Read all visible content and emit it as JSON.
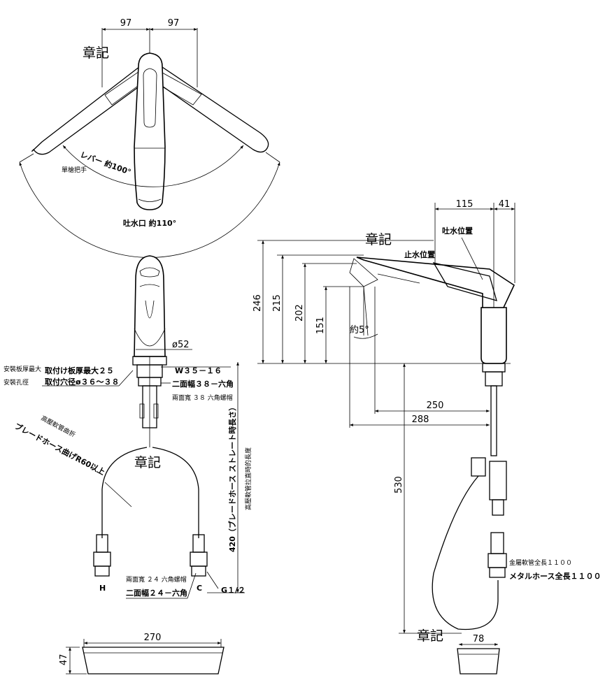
{
  "watermark": "章記",
  "top_view": {
    "dim_left": "97",
    "dim_right": "97",
    "lever_angle": "レバー 約100°",
    "lever_note": "單槍把手",
    "spout_angle": "吐水口 約110°"
  },
  "front_view": {
    "dia": "ø52",
    "mount_label_1": "安裝板厚最大",
    "mount_label_2": "安裝孔徑",
    "plate_thickness": "取付け板厚最大２５",
    "hole_dia": "取付穴径ø３６～３８",
    "thread": "W３５－１６",
    "nut_across": "二面幅３８－六角",
    "nut_note": "兩面寬 ３８ 六角螺帽",
    "hose_bend_note": "高壓軟管曲折",
    "hose_bend": "ブレードホース曲げR60以上",
    "hose_len": "420（ブレードホース ストレート時長さ）",
    "hose_len_note": "高壓軟管拉直時的長度",
    "h_mark": "H",
    "c_mark": "C",
    "hex_note": "兩面寬 ２４ 六角螺帽",
    "hex_across": "二面幅２４－六角",
    "g_thread": "G１/２"
  },
  "side_view": {
    "dim_115": "115",
    "dim_41": "41",
    "spout_pos": "吐水位置",
    "stop_pos": "止水位置",
    "h246": "246",
    "h215": "215",
    "h202": "202",
    "h151": "151",
    "angle5": "約5°",
    "dim_250": "250",
    "dim_288": "288",
    "dim_530": "530",
    "metal_note": "金屬軟管全長１１００",
    "metal_hose": "メタルホース全長１１００"
  },
  "box": {
    "w270": "270",
    "h47": "47",
    "w78": "78"
  }
}
